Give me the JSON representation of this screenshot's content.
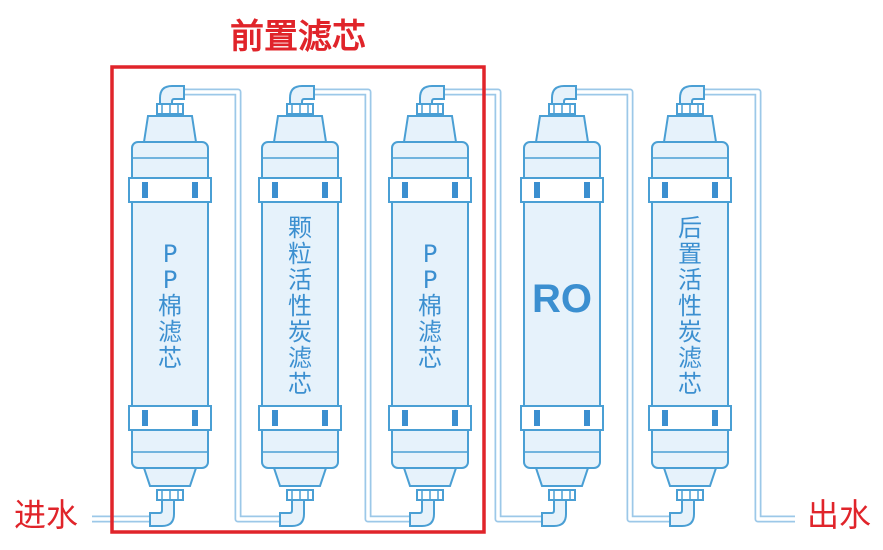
{
  "stage_title": "前置滤芯",
  "inlet_label": "进水",
  "outlet_label": "出水",
  "filters": [
    {
      "name": "PP棉滤芯",
      "chars": [
        "P",
        "P",
        "棉",
        "滤",
        "芯"
      ]
    },
    {
      "name": "颗粒活性炭滤芯",
      "chars": [
        "颗",
        "粒",
        "活",
        "性",
        "炭",
        "滤",
        "芯"
      ]
    },
    {
      "name": "PP棉滤芯",
      "chars": [
        "P",
        "P",
        "棉",
        "滤",
        "芯"
      ]
    },
    {
      "name": "RO",
      "chars": [
        "RO"
      ]
    },
    {
      "name": "后置活性炭滤芯",
      "chars": [
        "后",
        "置",
        "活",
        "性",
        "炭",
        "滤",
        "芯"
      ]
    }
  ],
  "colors": {
    "outline": "#4a9fd4",
    "fill": "#e6f2fb",
    "fill_dark": "#cfe5f5",
    "band": "#3b8fd0",
    "text_blue": "#3b8fd0",
    "accent_red": "#e0242a",
    "pipe": "#9cc8e8"
  }
}
